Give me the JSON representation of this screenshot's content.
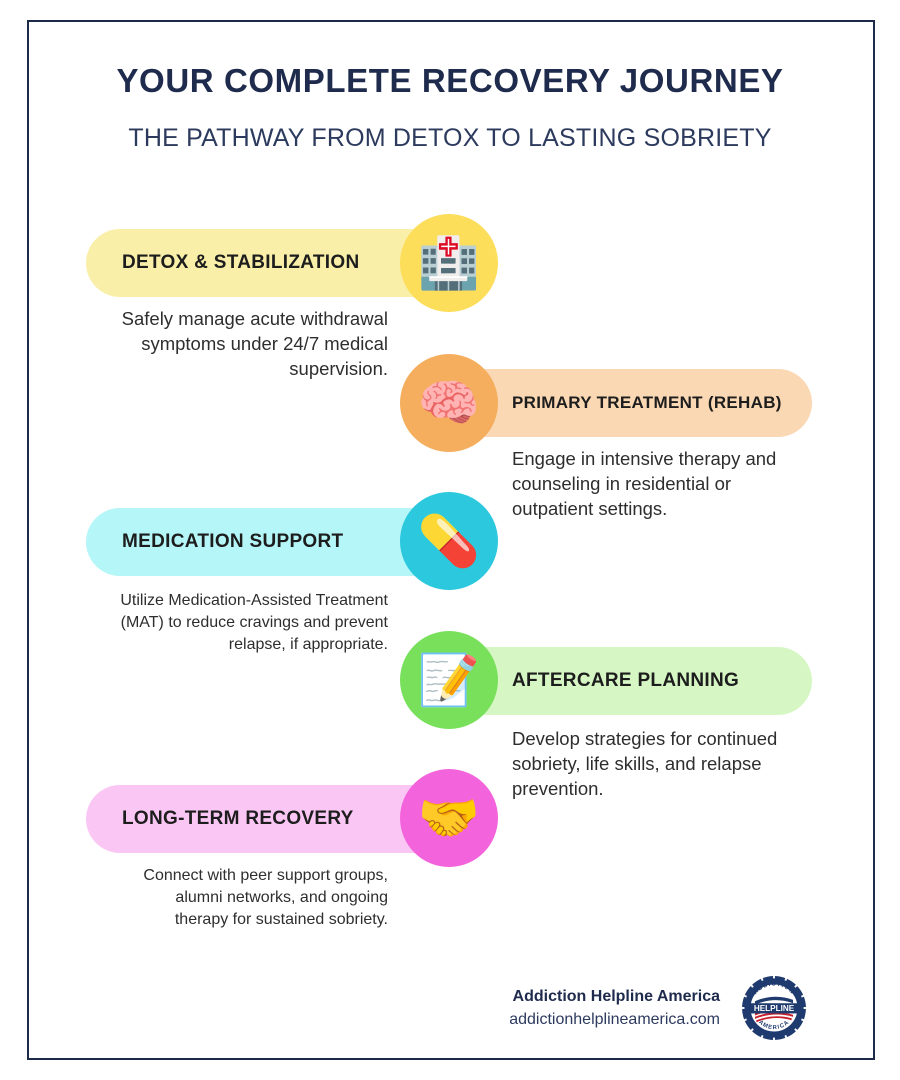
{
  "header": {
    "title": "YOUR COMPLETE RECOVERY JOURNEY",
    "subtitle": "THE PATHWAY FROM DETOX TO LASTING SOBRIETY"
  },
  "colors": {
    "frame_border": "#1e2a4a",
    "title_navy": "#1f2b4d",
    "body_text": "#2e2e2e",
    "background": "#ffffff"
  },
  "steps": [
    {
      "label": "DETOX & STABILIZATION",
      "description": "Safely manage acute withdrawal symptoms under 24/7 medical supervision.",
      "icon": "hospital-icon",
      "emoji": "🏥",
      "pill_color": "#FAEFA8",
      "circle_color": "#FCDE5A",
      "side": "left"
    },
    {
      "label": "PRIMARY TREATMENT (REHAB)",
      "description": "Engage in intensive therapy and counseling in residential or outpatient settings.",
      "icon": "brain-icon",
      "emoji": "🧠",
      "pill_color": "#FAD8B4",
      "circle_color": "#F5AE5E",
      "side": "right"
    },
    {
      "label": "MEDICATION SUPPORT",
      "description": "Utilize Medication-Assisted Treatment (MAT) to reduce cravings and prevent relapse, if appropriate.",
      "icon": "pill-capsule-icon",
      "emoji": "💊",
      "pill_color": "#B5F6F8",
      "circle_color": "#2BC8DE",
      "side": "left"
    },
    {
      "label": "AFTERCARE PLANNING",
      "description": "Develop strategies for continued sobriety, life skills, and relapse prevention.",
      "icon": "memo-pencil-icon",
      "emoji": "📝",
      "pill_color": "#D6F7C4",
      "circle_color": "#79E05C",
      "side": "right"
    },
    {
      "label": "LONG-TERM RECOVERY",
      "description": "Connect with peer support groups, alumni networks, and ongoing therapy for sustained sobriety.",
      "icon": "handshake-icon",
      "emoji": "🤝",
      "pill_color": "#FAC7F5",
      "circle_color": "#F364DC",
      "side": "left"
    }
  ],
  "footer": {
    "brand": "Addiction Helpline America",
    "website": "addictionhelplineamerica.com",
    "logo": {
      "name": "addiction-helpline-america-badge-logo",
      "top_text": "ADDICTION",
      "center_text": "HELPLINE",
      "bottom_text": "AMERICA",
      "navy": "#1f3a6e",
      "red": "#c8202e"
    }
  }
}
